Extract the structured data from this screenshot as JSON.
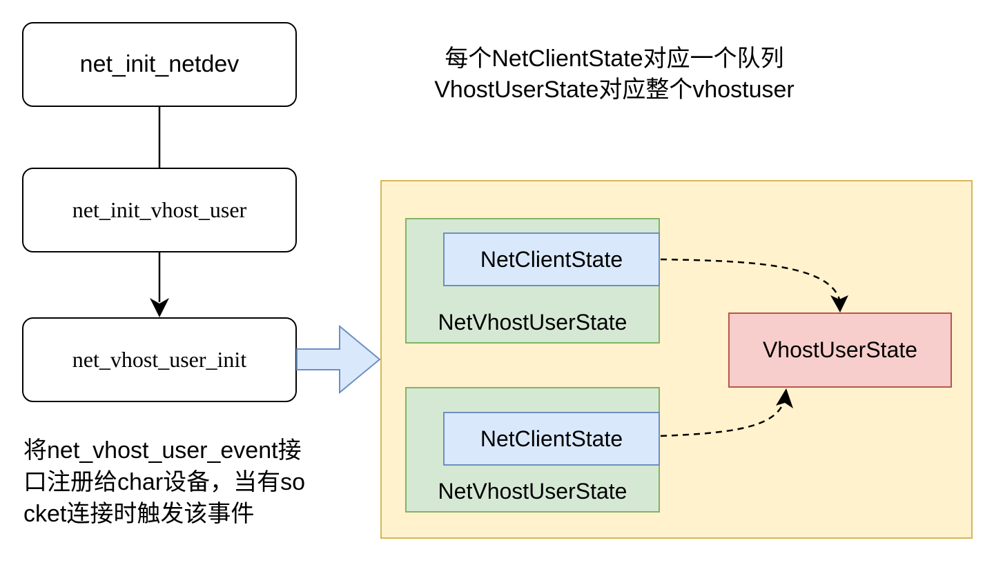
{
  "flow": {
    "box1": "net_init_netdev",
    "box2": "net_init_vhost_user",
    "box3": "net_vhost_user_init"
  },
  "notes": {
    "top_line1": "每个NetClientState对应一个队列",
    "top_line2": "VhostUserState对应整个vhostuser",
    "bottom": "将net_vhost_user_event接口注册给char设备，当有socket连接时触发该事件"
  },
  "structure": {
    "group1": {
      "outer_label": "NetVhostUserState",
      "inner_label": "NetClientState"
    },
    "group2": {
      "outer_label": "NetVhostUserState",
      "inner_label": "NetClientState"
    },
    "target_label": "VhostUserState"
  },
  "colors": {
    "container_fill": "#fff2cc",
    "container_stroke": "#d6b656",
    "green_fill": "#d5e8d4",
    "green_stroke": "#82b366",
    "blue_fill": "#dae8fc",
    "blue_stroke": "#6c8ebf",
    "red_fill": "#f8cecc",
    "red_stroke": "#b85450"
  }
}
